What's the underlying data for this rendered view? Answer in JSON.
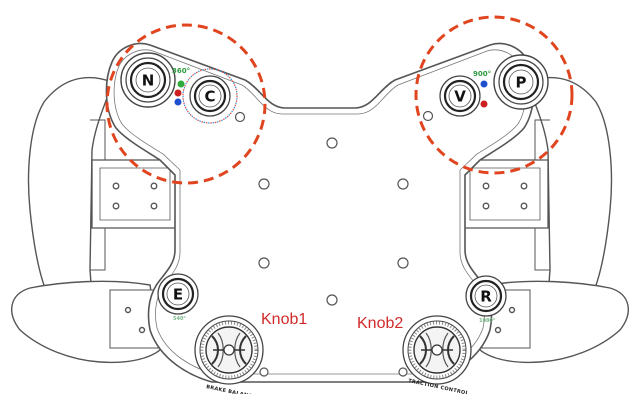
{
  "buttons": {
    "n": "N",
    "c": "C",
    "v": "V",
    "p": "P",
    "e": "E",
    "r": "R"
  },
  "rotation_labels": {
    "left_top": "360°",
    "right_top": "900°",
    "left_bottom": "540°",
    "right_bottom": "1080°"
  },
  "knobs": {
    "knob1_label": "Knob1",
    "knob2_label": "Knob2",
    "knob1_caption": "BRAKE BALANCE",
    "knob2_caption": "TRACTION CONTROL"
  },
  "colors": {
    "highlight_circle": "#e0451f",
    "knob_label": "#d22a2a",
    "dot_green": "#2eaa3e",
    "dot_red": "#cc1f1f",
    "dot_blue": "#1f4fcc",
    "outline": "#555555"
  }
}
